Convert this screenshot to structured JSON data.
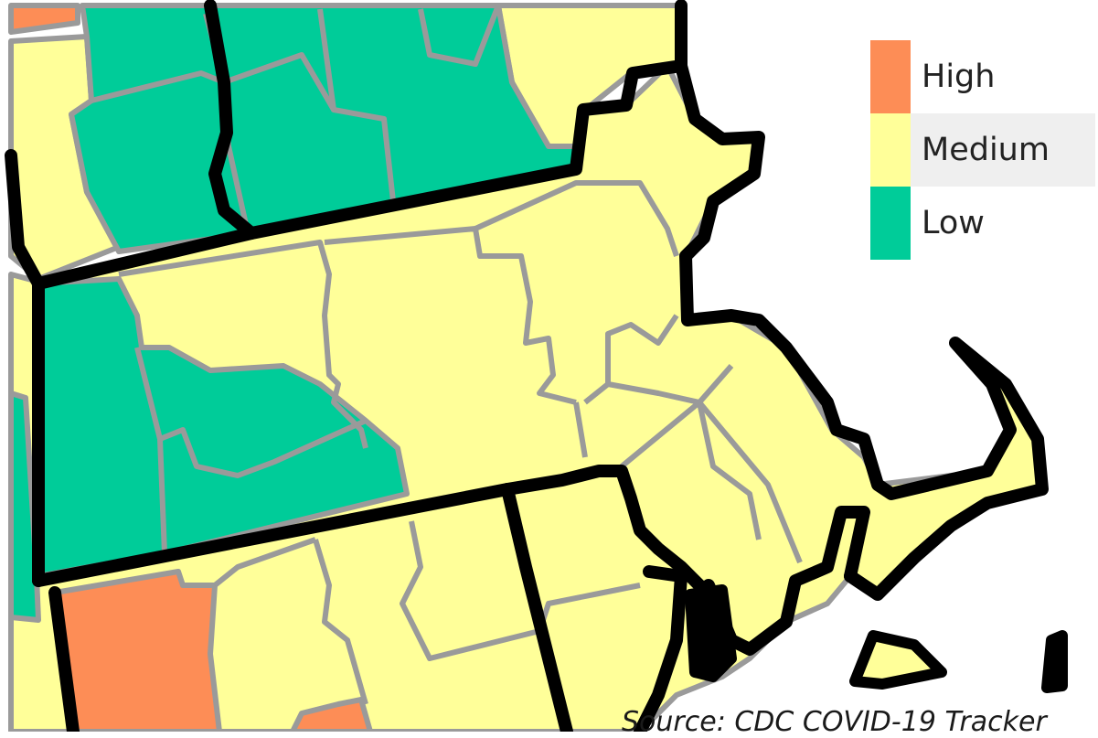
{
  "legend": {
    "items": [
      {
        "label": "High",
        "color": "#fd8d56"
      },
      {
        "label": "Medium",
        "color": "#ffff99"
      },
      {
        "label": "Low",
        "color": "#00cc99"
      }
    ]
  },
  "source": "Source: CDC COVID-19 Tracker"
}
